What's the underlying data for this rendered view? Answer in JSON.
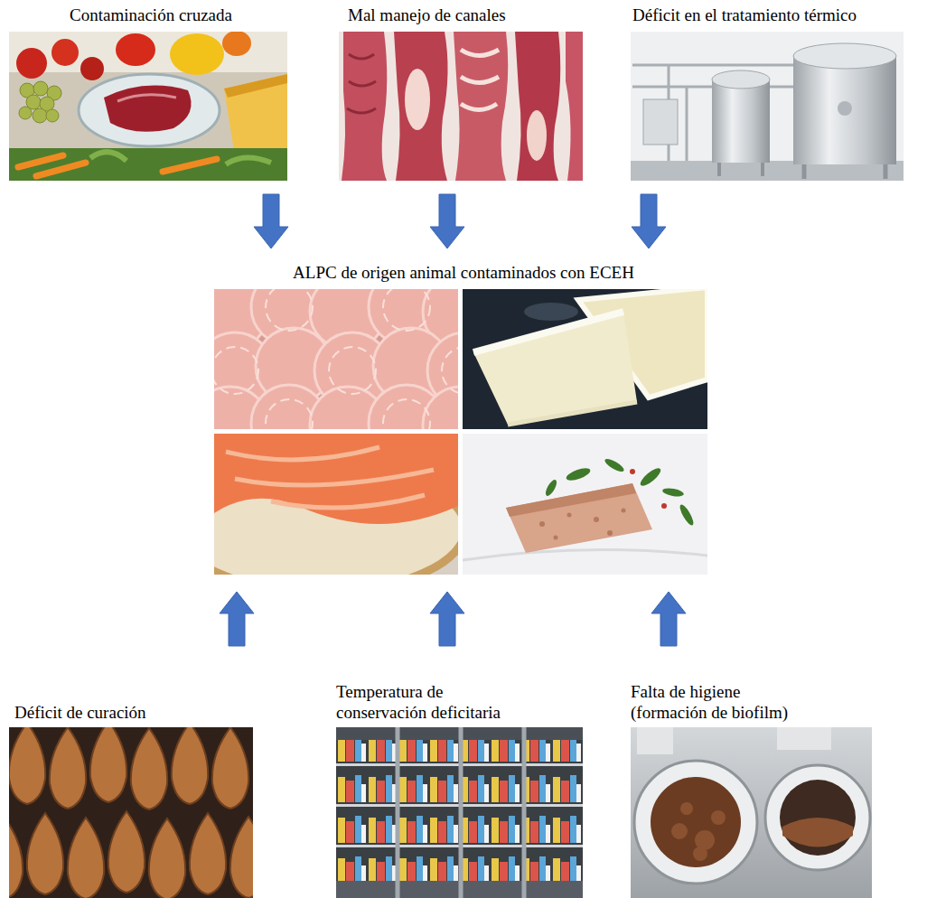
{
  "diagram": {
    "nodes": [
      {
        "text": [
          "Contaminación cruzada"
        ]
      },
      {
        "text": [
          "Mal manejo de canales"
        ]
      },
      {
        "text": [
          "Déficit en el tratamiento térmico"
        ]
      },
      {
        "text": [
          "ALPC de origen animal contaminados con ECEH"
        ]
      },
      {
        "text": [
          "Déficit de curación"
        ]
      },
      {
        "text": [
          "Temperatura de conservación deficitaria"
        ]
      },
      {
        "text": [
          "Falta de higiene (formación de biofilm)"
        ]
      }
    ],
    "edges": [
      {
        "from": 0,
        "to": 3,
        "arrow": "to"
      },
      {
        "from": 1,
        "to": 3,
        "arrow": "to"
      },
      {
        "from": 2,
        "to": 3,
        "arrow": "to"
      },
      {
        "from": 4,
        "to": 3,
        "arrow": "to"
      },
      {
        "from": 5,
        "to": 3,
        "arrow": "to"
      },
      {
        "from": 6,
        "to": 3,
        "arrow": "to"
      }
    ]
  }
}
